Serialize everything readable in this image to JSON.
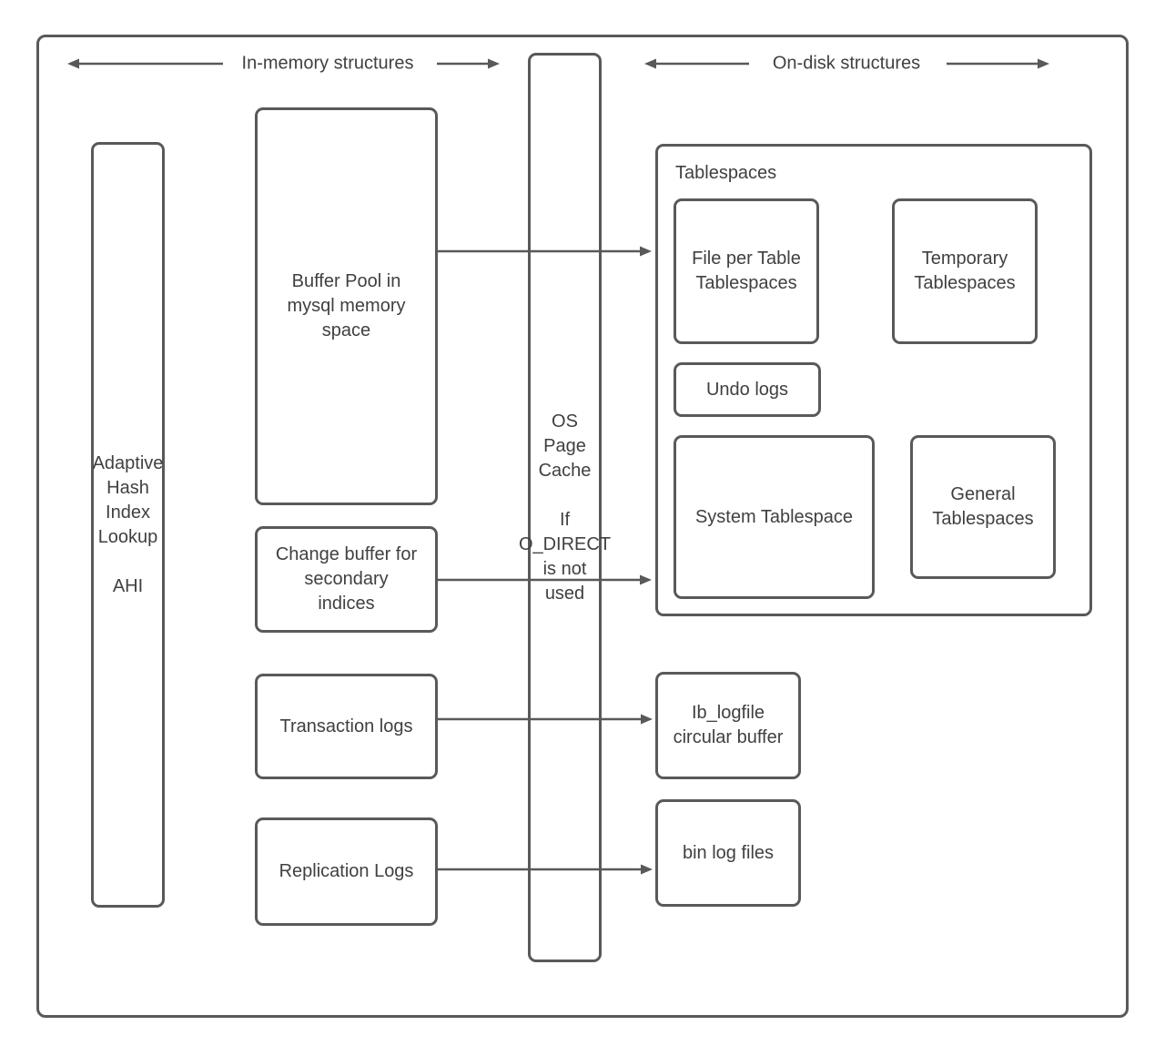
{
  "diagram": {
    "stroke_color": "#595959",
    "text_color": "#404040",
    "background": "#ffffff"
  },
  "headers": {
    "in_memory": "In-memory structures",
    "on_disk": "On-disk structures"
  },
  "nodes": {
    "adaptive_hash": "Adaptive\nHash\nIndex\nLookup\n\nAHI",
    "buffer_pool": "Buffer Pool in\nmysql memory\nspace",
    "change_buffer": "Change buffer for\nsecondary\nindices",
    "transaction_logs": "Transaction logs",
    "replication_logs": "Replication Logs",
    "os_page_cache": "OS\nPage\nCache\n\nIf\nO_DIRECT\nis not\nused",
    "tablespaces_label": "Tablespaces",
    "file_per_table": "File per Table\nTablespaces",
    "temporary_tablespaces": "Temporary\nTablespaces",
    "undo_logs": "Undo logs",
    "system_tablespace": "System Tablespace",
    "general_tablespaces": "General\nTablespaces",
    "ib_logfile": "Ib_logfile\ncircular buffer",
    "bin_log_files": "bin log files"
  }
}
